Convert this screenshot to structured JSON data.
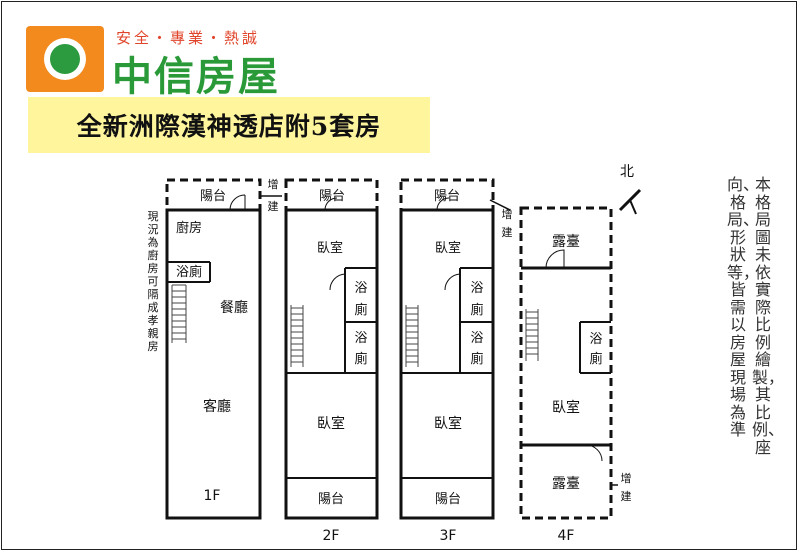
{
  "brand": {
    "slogan": "安全・專業・熱誠",
    "name": "中信房屋"
  },
  "listing_title": "全新洲際漢神透店附5套房",
  "disclaimer": {
    "line1": "本格局圖未依實際比例繪製，其比例、座",
    "line2": "向、格局、形狀等，皆需以房屋現場為準"
  },
  "compass_label": "北",
  "side_note": "現況為廚房可隔成孝親房",
  "floors": [
    {
      "label": "1F",
      "rooms": [
        "陽台",
        "廚房",
        "浴廁",
        "餐廳",
        "客廳"
      ],
      "extension": "增建"
    },
    {
      "label": "2F",
      "rooms": [
        "陽台",
        "臥室",
        "浴廁",
        "浴廁",
        "臥室",
        "陽台"
      ]
    },
    {
      "label": "3F",
      "rooms": [
        "陽台",
        "臥室",
        "浴廁",
        "浴廁",
        "臥室",
        "陽台"
      ],
      "extension": "增建"
    },
    {
      "label": "4F",
      "rooms": [
        "露臺",
        "浴廁",
        "臥室",
        "露臺"
      ],
      "extension": "增建"
    }
  ],
  "colors": {
    "brand_orange": "#f28a1e",
    "brand_green": "#2a9a39",
    "slogan_red": "#e0452b",
    "title_highlight": "#fff59d"
  }
}
